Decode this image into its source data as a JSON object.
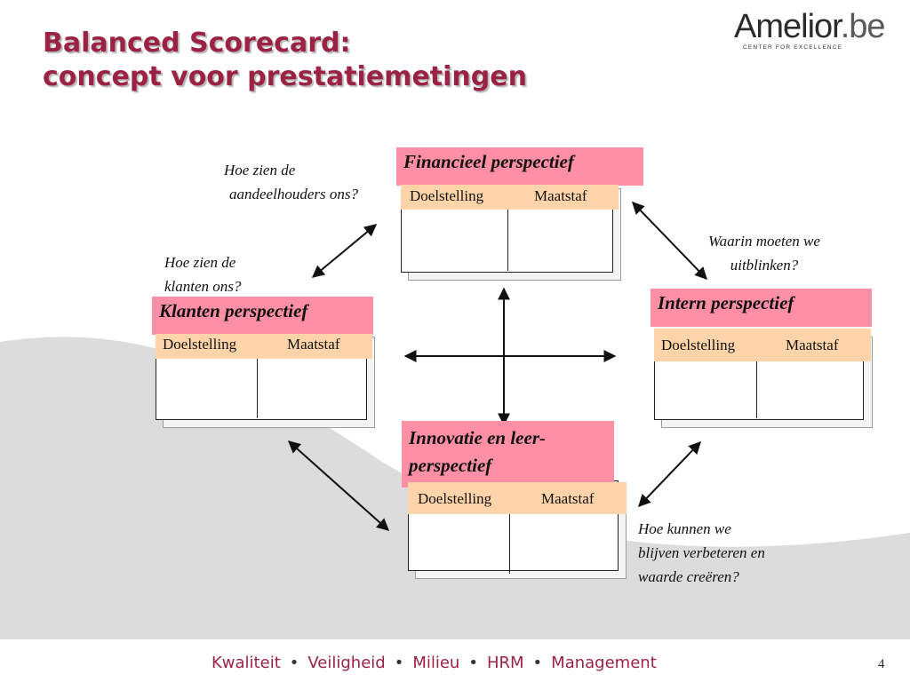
{
  "slide": {
    "title_line1": "Balanced Scorecard:",
    "title_line2": "concept voor prestatiemetingen",
    "page_number": "4"
  },
  "logo": {
    "name": "Amelior",
    "suffix": ".be",
    "tagline": "CENTER FOR EXCELLENCE"
  },
  "perspectives": [
    {
      "title": "Financieel perspectief",
      "col1": "Doelstelling",
      "col2": "Maatstaf"
    },
    {
      "title": "Klanten perspectief",
      "col1": "Doelstelling",
      "col2": "Maatstaf"
    },
    {
      "title": "Intern perspectief",
      "col1": "Doelstelling",
      "col2": "Maatstaf"
    },
    {
      "title": "Innovatie en leer-perspectief",
      "col1": "Doelstelling",
      "col2": "Maatstaf"
    }
  ],
  "questions": {
    "shareholders": [
      "Hoe zien de",
      "aandeelhouders ons?"
    ],
    "customers": [
      "Hoe zien de",
      "klanten ons?"
    ],
    "excel": [
      "Waarin moeten we",
      "uitblinken?"
    ],
    "improve": [
      "Hoe kunnen we",
      "blijven verbeteren en",
      "waarde creëren?"
    ]
  },
  "footer": {
    "items": [
      "Kwaliteit",
      "Veiligheid",
      "Milieu",
      "HRM",
      "Management"
    ],
    "separator": "•"
  },
  "colors": {
    "title": "#9b2242",
    "header_fill": "#ff8fa5",
    "subheader_fill": "#ffd4a8",
    "swoosh": "#dcdcdc"
  }
}
